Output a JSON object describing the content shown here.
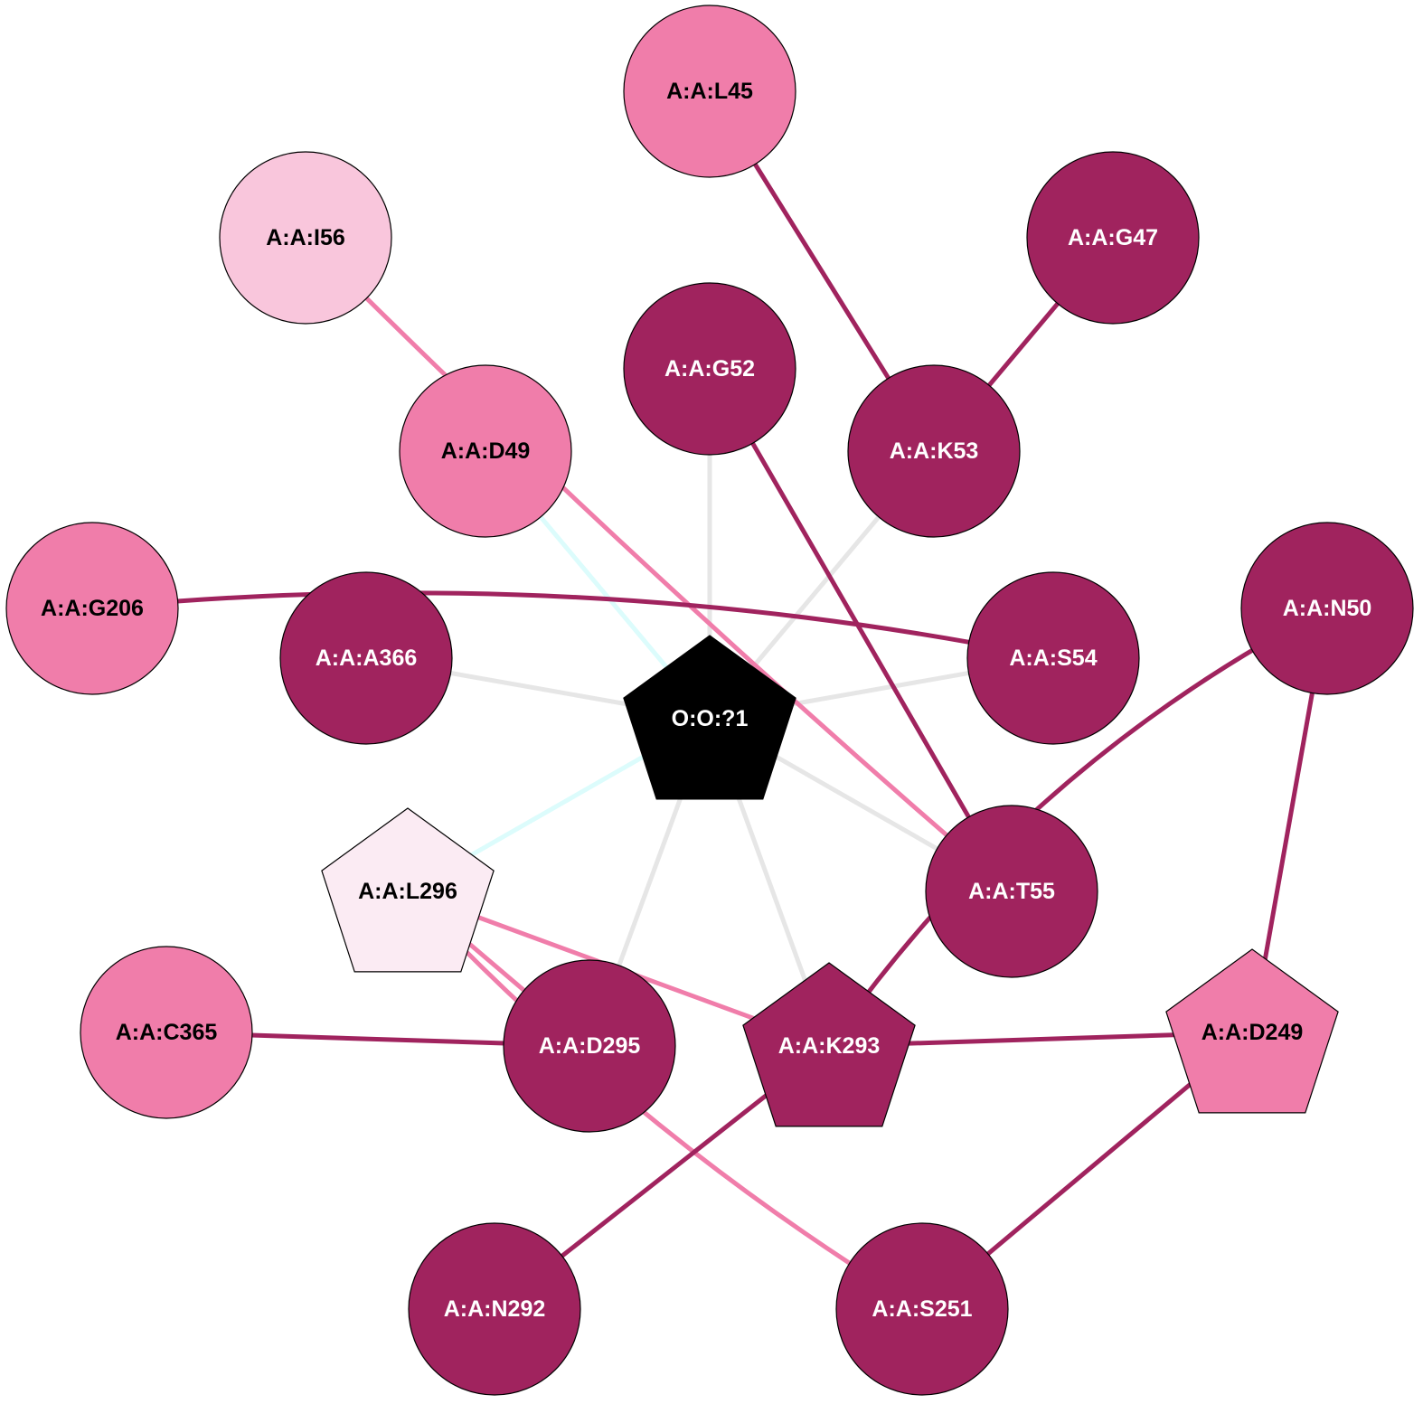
{
  "colors": {
    "dark": "#a0235e",
    "mid": "#f07daa",
    "light": "#f9c6dc",
    "lightest": "#fbebf3",
    "center": "#000000",
    "edge_gray": "#e6e6e6",
    "edge_cyan": "#dcfcfc",
    "outline": "#000000"
  },
  "nodes": [
    {
      "id": "L45",
      "label": "A:A:L45",
      "shape": "circle",
      "fill": "mid",
      "text": "dark-text"
    },
    {
      "id": "I56",
      "label": "A:A:I56",
      "shape": "circle",
      "fill": "light",
      "text": "dark-text"
    },
    {
      "id": "G47",
      "label": "A:A:G47",
      "shape": "circle",
      "fill": "dark",
      "text": "light-text"
    },
    {
      "id": "G52",
      "label": "A:A:G52",
      "shape": "circle",
      "fill": "dark",
      "text": "light-text"
    },
    {
      "id": "D49",
      "label": "A:A:D49",
      "shape": "circle",
      "fill": "mid",
      "text": "dark-text"
    },
    {
      "id": "K53",
      "label": "A:A:K53",
      "shape": "circle",
      "fill": "dark",
      "text": "light-text"
    },
    {
      "id": "G206",
      "label": "A:A:G206",
      "shape": "circle",
      "fill": "mid",
      "text": "dark-text"
    },
    {
      "id": "N50",
      "label": "A:A:N50",
      "shape": "circle",
      "fill": "dark",
      "text": "light-text"
    },
    {
      "id": "A366",
      "label": "A:A:A366",
      "shape": "circle",
      "fill": "dark",
      "text": "light-text"
    },
    {
      "id": "S54",
      "label": "A:A:S54",
      "shape": "circle",
      "fill": "dark",
      "text": "light-text"
    },
    {
      "id": "O1",
      "label": "O:O:?1",
      "shape": "pentagon",
      "fill": "center",
      "text": "light-text"
    },
    {
      "id": "L296",
      "label": "A:A:L296",
      "shape": "pentagon",
      "fill": "lightest",
      "text": "dark-text"
    },
    {
      "id": "T55",
      "label": "A:A:T55",
      "shape": "circle",
      "fill": "dark",
      "text": "light-text"
    },
    {
      "id": "C365",
      "label": "A:A:C365",
      "shape": "circle",
      "fill": "mid",
      "text": "dark-text"
    },
    {
      "id": "D295",
      "label": "A:A:D295",
      "shape": "circle",
      "fill": "dark",
      "text": "light-text"
    },
    {
      "id": "K293",
      "label": "A:A:K293",
      "shape": "pentagon",
      "fill": "dark",
      "text": "light-text"
    },
    {
      "id": "D249",
      "label": "A:A:D249",
      "shape": "pentagon",
      "fill": "mid",
      "text": "dark-text"
    },
    {
      "id": "N292",
      "label": "A:A:N292",
      "shape": "circle",
      "fill": "dark",
      "text": "light-text"
    },
    {
      "id": "S251",
      "label": "A:A:S251",
      "shape": "circle",
      "fill": "dark",
      "text": "light-text"
    }
  ],
  "edges": [
    {
      "from": "O1",
      "to": "G52",
      "color": "edge_gray"
    },
    {
      "from": "O1",
      "to": "K53",
      "color": "edge_gray"
    },
    {
      "from": "O1",
      "to": "A366",
      "color": "edge_gray"
    },
    {
      "from": "O1",
      "to": "S54",
      "color": "edge_gray"
    },
    {
      "from": "O1",
      "to": "T55",
      "color": "edge_gray"
    },
    {
      "from": "O1",
      "to": "D295",
      "color": "edge_gray"
    },
    {
      "from": "O1",
      "to": "K293",
      "color": "edge_gray"
    },
    {
      "from": "O1",
      "to": "D49",
      "color": "edge_cyan"
    },
    {
      "from": "O1",
      "to": "L296",
      "color": "edge_cyan"
    },
    {
      "from": "L45",
      "to": "K53",
      "color": "dark"
    },
    {
      "from": "G47",
      "to": "K53",
      "color": "dark"
    },
    {
      "from": "G52",
      "to": "T55",
      "color": "dark"
    },
    {
      "from": "I56",
      "to": "T55",
      "color": "mid",
      "curve": 20
    },
    {
      "from": "G206",
      "to": "S54",
      "color": "dark",
      "curve": -80
    },
    {
      "from": "N50",
      "to": "K293",
      "color": "dark",
      "curve": 90
    },
    {
      "from": "N50",
      "to": "D249",
      "color": "dark"
    },
    {
      "from": "L296",
      "to": "D295",
      "color": "mid"
    },
    {
      "from": "L296",
      "to": "K293",
      "color": "mid"
    },
    {
      "from": "L296",
      "to": "S251",
      "color": "mid",
      "curve": 50
    },
    {
      "from": "C365",
      "to": "D295",
      "color": "dark"
    },
    {
      "from": "K293",
      "to": "D249",
      "color": "dark"
    },
    {
      "from": "K293",
      "to": "N292",
      "color": "dark"
    },
    {
      "from": "D249",
      "to": "S251",
      "color": "dark"
    }
  ]
}
